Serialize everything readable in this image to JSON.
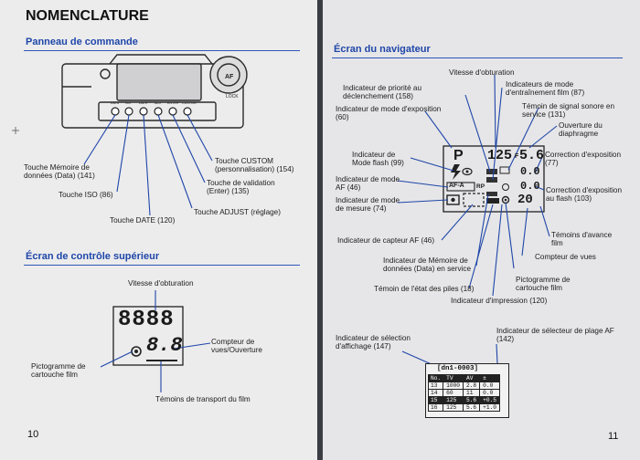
{
  "left_page": {
    "title": "NOMENCLATURE",
    "section1": "Panneau de commande",
    "labels": {
      "data_memory": "Touche Mémoire de données (Data) (141)",
      "iso": "Touche ISO (86)",
      "date": "Touche DATE (120)",
      "custom": "Touche CUSTOM (personnalisation) (154)",
      "enter": "Touche de validation (Enter) (135)",
      "adjust": "Touche ADJUST (réglage)"
    },
    "section2": "Écran de contrôle supérieur",
    "display_labels": {
      "shutter_speed": "Vitesse d'obturation",
      "counter_aperture": "Compteur de vues/Ouverture",
      "film_cartridge": "Pictogramme de cartouche film",
      "film_transport": "Témoins de transport du film"
    },
    "lcd_top": "8888",
    "lcd_bottom": "8.8",
    "button_marks": [
      "DATA",
      "ISO",
      "DATE",
      "ADJ",
      "ENTER",
      "CUSTOM"
    ],
    "lock_label": "LOCK",
    "af_label": "AF",
    "page_number": "10"
  },
  "right_page": {
    "section": "Écran du navigateur",
    "labels": {
      "shutter_speed": "Vitesse d'obturation",
      "release_priority": "Indicateur de priorité au déclenchement (158)",
      "drive_mode": "Indicateurs de mode d'entraînement film (87)",
      "exposure_mode": "Indicateur de mode d'exposition (60)",
      "beep": "Témoin de signal sonore en service (131)",
      "aperture": "Ouverture du diaphragme",
      "flash_mode": "Indicateur de Mode flash (99)",
      "exp_comp": "Correction d'exposition (77)",
      "af_mode": "Indicateur de mode AF (46)",
      "flash_comp": "Correction d'exposition au flash (103)",
      "metering": "Indicateur de mode de mesure (74)",
      "film_advance": "Témoins d'avance film",
      "af_sensor": "Indicateur de capteur AF (46)",
      "frame_counter": "Compteur de vues",
      "data_memory": "Indicateur de Mémoire de données (Data) en service",
      "battery": "Témoin de l'état des piles (18)",
      "film_cartridge": "Pictogramme de cartouche film",
      "imprint": "Indicateur d'impression (120)",
      "display_select": "Indicateur de sélection d'affichage (147)",
      "page_select": "Indicateur de sélecteur de plage AF (142)"
    },
    "lcd": {
      "mode": "P",
      "shutter": "125",
      "f_label": "F",
      "aperture": "5.6",
      "comp1": "0.0",
      "comp2": "0.0",
      "frames": "20",
      "af_badge": "AF-A",
      "rp": "RP"
    },
    "table": {
      "header": "[dn1-0003]",
      "columns": [
        "No.",
        "TV",
        "AV",
        "±"
      ],
      "rows": [
        [
          "13",
          "1000",
          "2.8",
          "0.0"
        ],
        [
          "14",
          "60",
          "11",
          "0.0"
        ],
        [
          "15",
          "125",
          "5.6",
          "+0.5"
        ],
        [
          "16",
          "125",
          "5.6",
          "+1.0"
        ]
      ]
    },
    "page_number": "11"
  }
}
